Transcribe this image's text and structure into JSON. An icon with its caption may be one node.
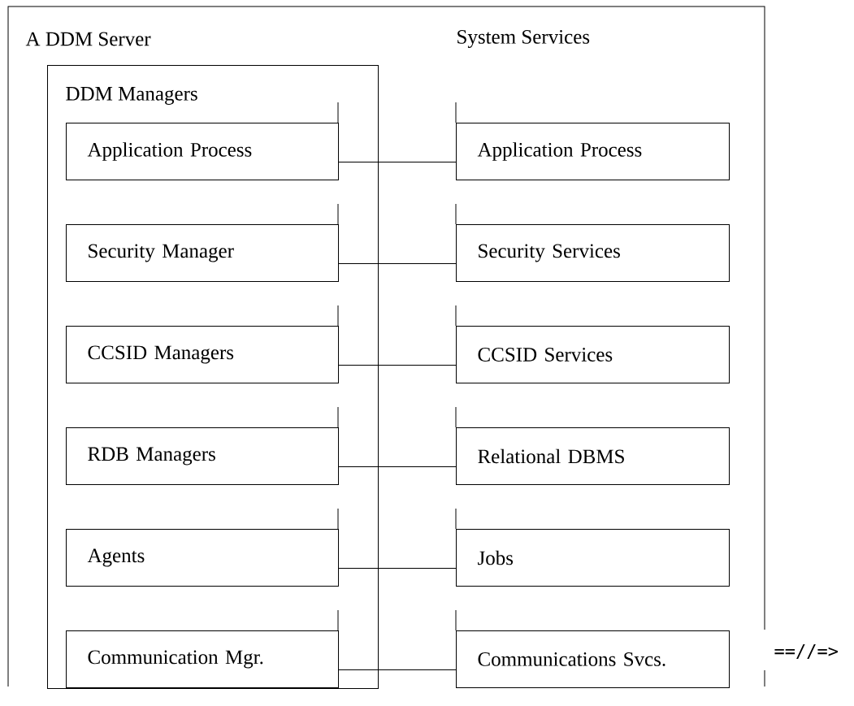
{
  "diagram": {
    "nodes": [
      {
        "text": [
          "A DDM Server"
        ]
      },
      {
        "text": [
          "DDM Managers"
        ],
        "in": 0
      },
      {
        "text": [
          "Application Process"
        ],
        "in": 1
      },
      {
        "text": [
          "Security Manager"
        ],
        "in": 1
      },
      {
        "text": [
          "CCSID Managers"
        ],
        "in": 1
      },
      {
        "text": [
          "RDB Managers"
        ],
        "in": 1
      },
      {
        "text": [
          "Agents"
        ],
        "in": 1
      },
      {
        "text": [
          "Communication Mgr."
        ],
        "in": 1
      },
      {
        "text": [
          "Application Process"
        ],
        "in": 0
      },
      {
        "text": [
          "Security Services"
        ],
        "in": 0
      },
      {
        "text": [
          "CCSID Services"
        ],
        "in": 0
      },
      {
        "text": [
          "Relational DBMS"
        ],
        "in": 0
      },
      {
        "text": [
          "Jobs"
        ],
        "in": 0
      },
      {
        "text": [
          "Communications Svcs."
        ],
        "in": 0
      }
    ],
    "edges": [
      {
        "from": 2,
        "to": 8,
        "arrow": "none"
      },
      {
        "from": 3,
        "to": 9,
        "arrow": "none"
      },
      {
        "from": 4,
        "to": 10,
        "arrow": "none"
      },
      {
        "from": 5,
        "to": 11,
        "arrow": "none"
      },
      {
        "from": 6,
        "to": 12,
        "arrow": "none"
      },
      {
        "from": 7,
        "to": 13,
        "arrow": "none"
      }
    ],
    "labels": [
      "System Services",
      "==//=>"
    ]
  }
}
